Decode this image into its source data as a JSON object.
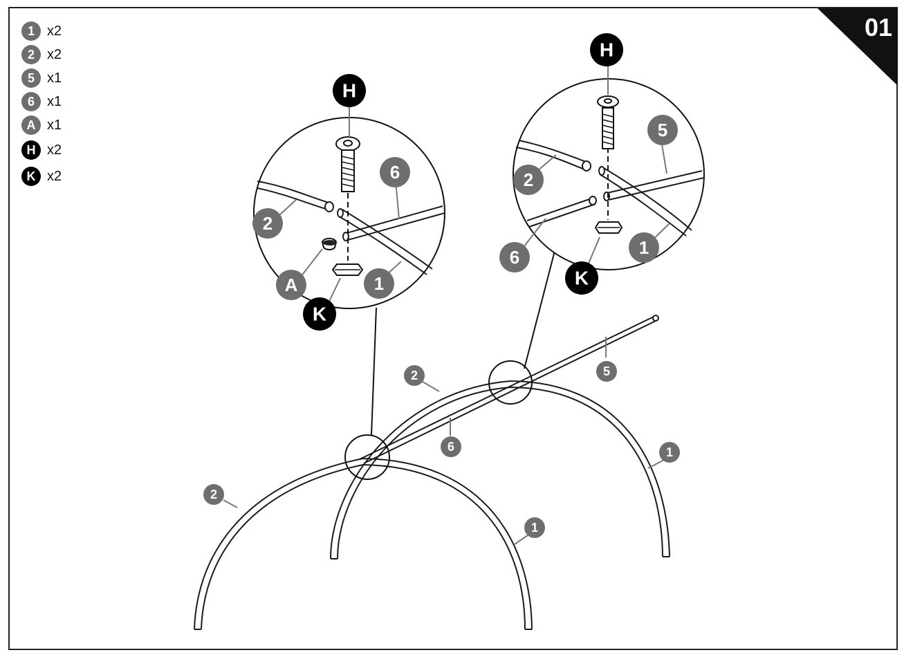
{
  "step": {
    "number": "01"
  },
  "legend": [
    {
      "label": "1",
      "qty": "x2",
      "color": "#6e6e6e"
    },
    {
      "label": "2",
      "qty": "x2",
      "color": "#6e6e6e"
    },
    {
      "label": "5",
      "qty": "x1",
      "color": "#6e6e6e"
    },
    {
      "label": "6",
      "qty": "x1",
      "color": "#6e6e6e"
    },
    {
      "label": "A",
      "qty": "x1",
      "color": "#6e6e6e"
    },
    {
      "label": "H",
      "qty": "x2",
      "color": "#000000"
    },
    {
      "label": "K",
      "qty": "x2",
      "color": "#000000"
    }
  ],
  "callouts": {
    "left": {
      "h": "H",
      "part6": "6",
      "part2": "2",
      "a": "A",
      "part1": "1",
      "k": "K"
    },
    "right": {
      "h": "H",
      "part5": "5",
      "part2": "2",
      "part6": "6",
      "k": "K",
      "part1": "1"
    }
  },
  "main": {
    "part2_upper": "2",
    "part5": "5",
    "part6": "6",
    "part1_right": "1",
    "part2_left": "2",
    "part1_mid": "1"
  },
  "colors": {
    "badge_gray": "#6e6e6e",
    "badge_black": "#000000",
    "line": "#1a1a1a",
    "leader": "#777777"
  }
}
